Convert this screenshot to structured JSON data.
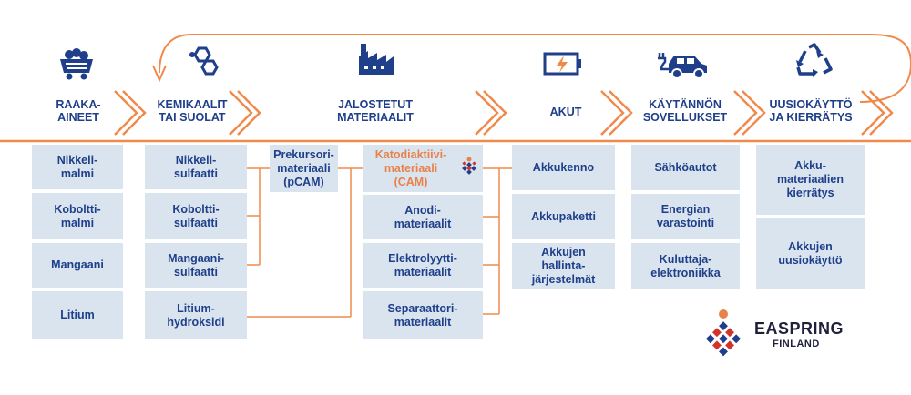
{
  "colors": {
    "accent": "#f08a4b",
    "text": "#1f3f8a",
    "box": "#d9e4ef",
    "highlight": "#e8824a"
  },
  "stages": [
    {
      "label": "RAAKA-\nAINEET",
      "icon": "mine-cart-icon"
    },
    {
      "label": "KEMIKAALIT\nTAI SUOLAT",
      "icon": "molecule-icon"
    },
    {
      "label": "JALOSTETUT\nMATERIAALIT",
      "icon": "factory-icon"
    },
    {
      "label": "AKUT",
      "icon": "battery-icon"
    },
    {
      "label": "KÄYTÄNNÖN\nSOVELLUKSET",
      "icon": "electric-car-icon"
    },
    {
      "label": "UUSIOKÄYTTÖ\nJA KIERRÄTYS",
      "icon": "recycle-icon"
    }
  ],
  "columns": {
    "raw_materials": [
      "Nikkeli-\nmalmi",
      "Koboltti-\nmalmi",
      "Mangaani",
      "Litium"
    ],
    "chemicals": [
      "Nikkeli-\nsulfaatti",
      "Koboltti-\nsulfaatti",
      "Mangaani-\nsulfaatti",
      "Litium-\nhydroksidi"
    ],
    "precursor": "Prekursori-\nmateriaali\n(pCAM)",
    "refined": [
      "Katodiaktiivi-\nmateriaali\n(CAM)",
      "Anodi-\nmateriaalit",
      "Elektrolyytti-\nmateriaalit",
      "Separaattori-\nmateriaalit"
    ],
    "batteries": [
      "Akkukenno",
      "Akkupaketti",
      "Akkujen\nhallinta-\njärjestelmät"
    ],
    "applications": [
      "Sähköautot",
      "Energian\nvarastointi",
      "Kuluttaja-\nelektroniikka"
    ],
    "recycling": [
      "Akku-\nmateriaalien\nkierrätys",
      "Akkujen\nuusiokäyttö"
    ]
  },
  "logo": {
    "name": "EASPRING",
    "sub": "FINLAND"
  }
}
